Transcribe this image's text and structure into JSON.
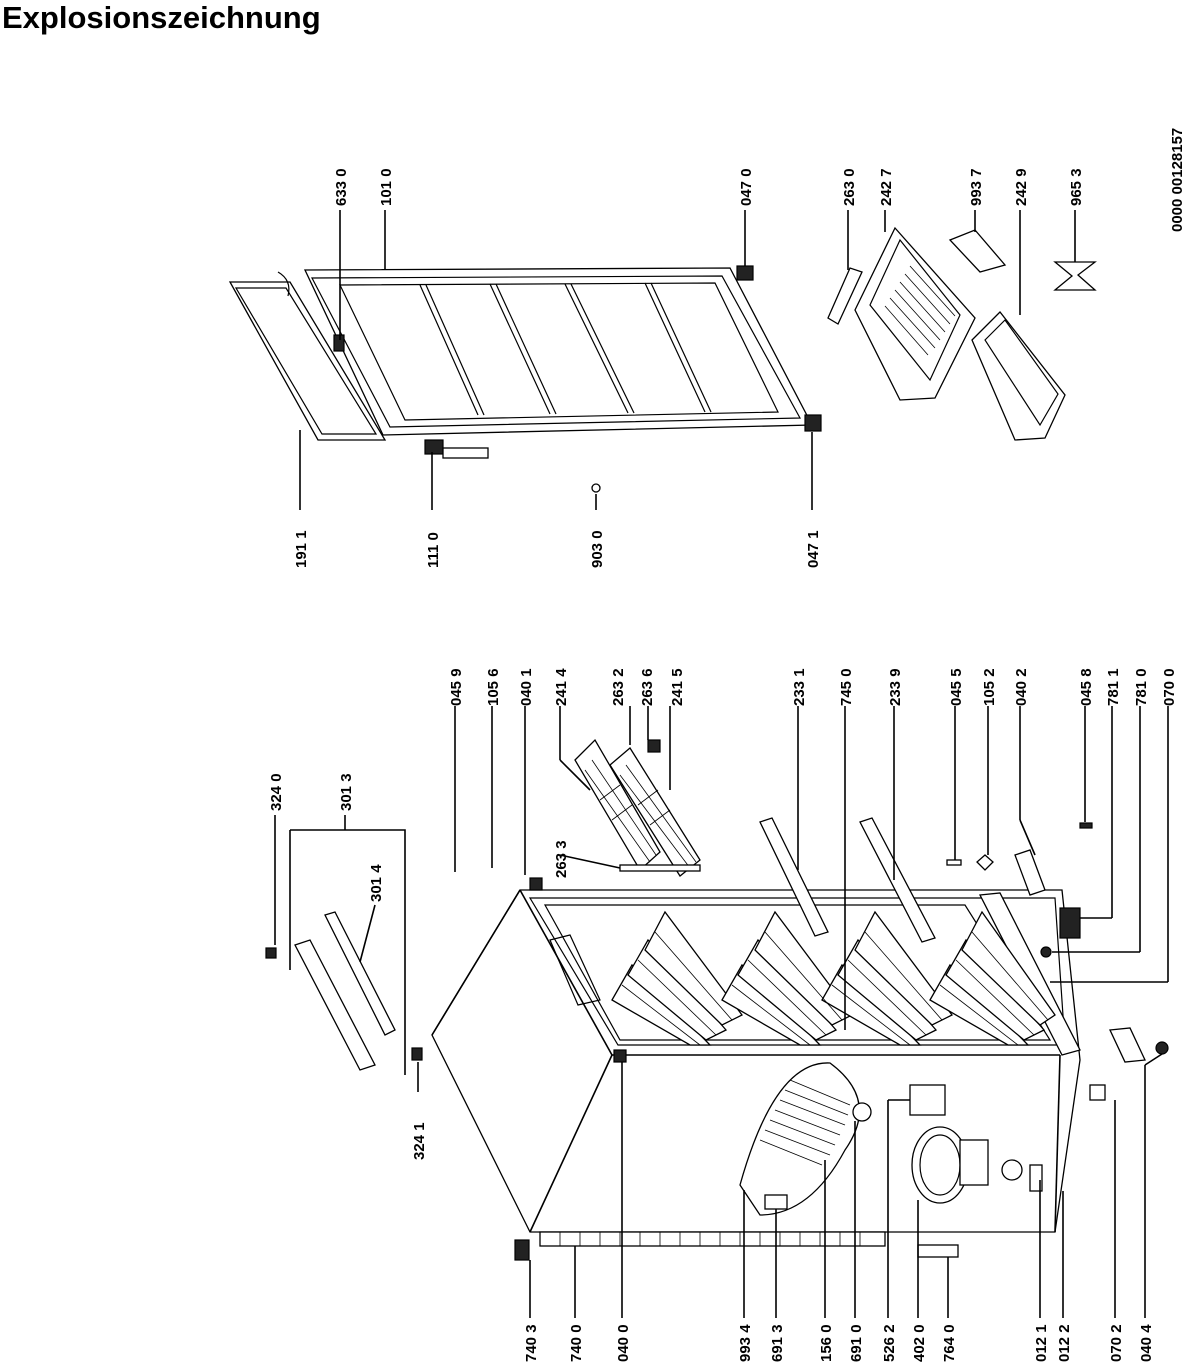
{
  "title": "Explosionszeichnung",
  "document_number": "0000 00128157",
  "part_labels": {
    "p0459": "045 9",
    "p1056": "105 6",
    "p0401": "040 1",
    "p2414": "241 4",
    "p2632": "263 2",
    "p2636": "263 6",
    "p2415": "241 5",
    "p2331": "233 1",
    "p7450": "745 0",
    "p2339": "233 9",
    "p0455": "045 5",
    "p1052": "105 2",
    "p0402": "040 2",
    "p0458": "045 8",
    "p7811": "781 1",
    "p7810": "781 0",
    "p0700": "070 0",
    "p3240": "324 0",
    "p3013": "301 3",
    "p3014": "301 4",
    "p3241": "324 1",
    "p2633": "263 3",
    "p6330": "633 0",
    "p1010": "101 0",
    "p0470": "047 0",
    "p2630": "263 0",
    "p2427": "242 7",
    "p9937": "993 7",
    "p2429": "242 9",
    "p9653": "965 3",
    "p1911": "191 1",
    "p1110": "111 0",
    "p9030": "903 0",
    "p0471": "047 1",
    "p7403": "740 3",
    "p7400": "740 0",
    "p0400": "040 0",
    "p9934": "993 4",
    "p6913": "691 3",
    "p1560": "156 0",
    "p6910": "691 0",
    "p5262": "526 2",
    "p4020": "402 0",
    "p7640": "764 0",
    "p0121": "012 1",
    "p0122": "012 2",
    "p0702": "070 2",
    "p0404": "040 4"
  }
}
